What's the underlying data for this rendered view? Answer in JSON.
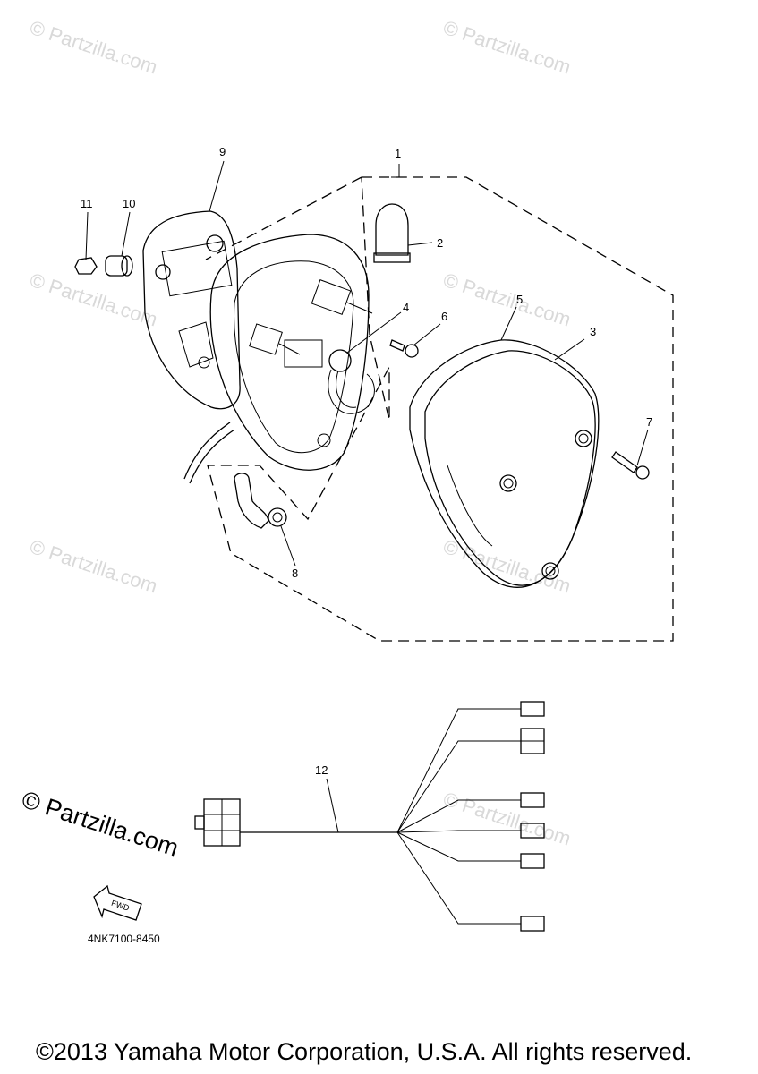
{
  "watermark_text": "© Partzilla.com",
  "callouts": {
    "c1": "1",
    "c2": "2",
    "c3": "3",
    "c4": "4",
    "c5": "5",
    "c6": "6",
    "c7": "7",
    "c8": "8",
    "c9": "9",
    "c10": "10",
    "c11": "11",
    "c12": "12"
  },
  "fwd_label": "FWD",
  "diagram_code": "4NK7100-8450",
  "partzilla_logo": "© Partzilla.com",
  "copyright": "©2013  Yamaha Motor Corporation, U.S.A. All rights reserved."
}
